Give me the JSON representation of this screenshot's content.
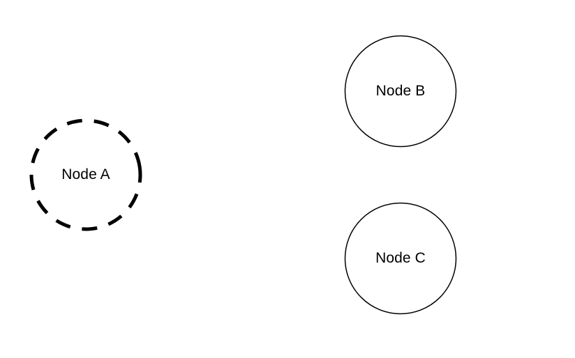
{
  "diagram": {
    "nodes": [
      {
        "id": "A",
        "label": "Node A",
        "border": "dashed",
        "stroke": "#000000"
      },
      {
        "id": "B",
        "label": "Node B",
        "border": "solid",
        "stroke": "#000000"
      },
      {
        "id": "C",
        "label": "Node C",
        "border": "solid",
        "stroke": "#000000"
      }
    ]
  }
}
